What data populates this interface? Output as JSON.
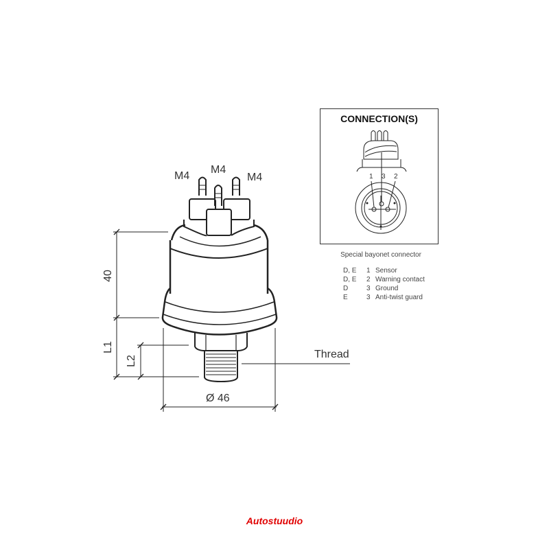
{
  "drawing": {
    "pin_labels": [
      "M4",
      "M4",
      "M4"
    ],
    "dim_height": "40",
    "dim_l1": "L1",
    "dim_l2": "L2",
    "dim_diameter": "Ø 46",
    "thread_label": "Thread"
  },
  "connections": {
    "title": "CONNECTION(S)",
    "pin_numbers": [
      "1",
      "3",
      "2"
    ],
    "caption": "Special bayonet connector",
    "rows": [
      {
        "variant": "D, E",
        "pin": "1",
        "function": "Sensor"
      },
      {
        "variant": "D, E",
        "pin": "2",
        "function": "Warning contact"
      },
      {
        "variant": "D",
        "pin": "3",
        "function": "Ground"
      },
      {
        "variant": "E",
        "pin": "3",
        "function": "Anti-twist guard"
      }
    ]
  },
  "brand": {
    "text": "Autostuudio",
    "color": "#e00000"
  }
}
